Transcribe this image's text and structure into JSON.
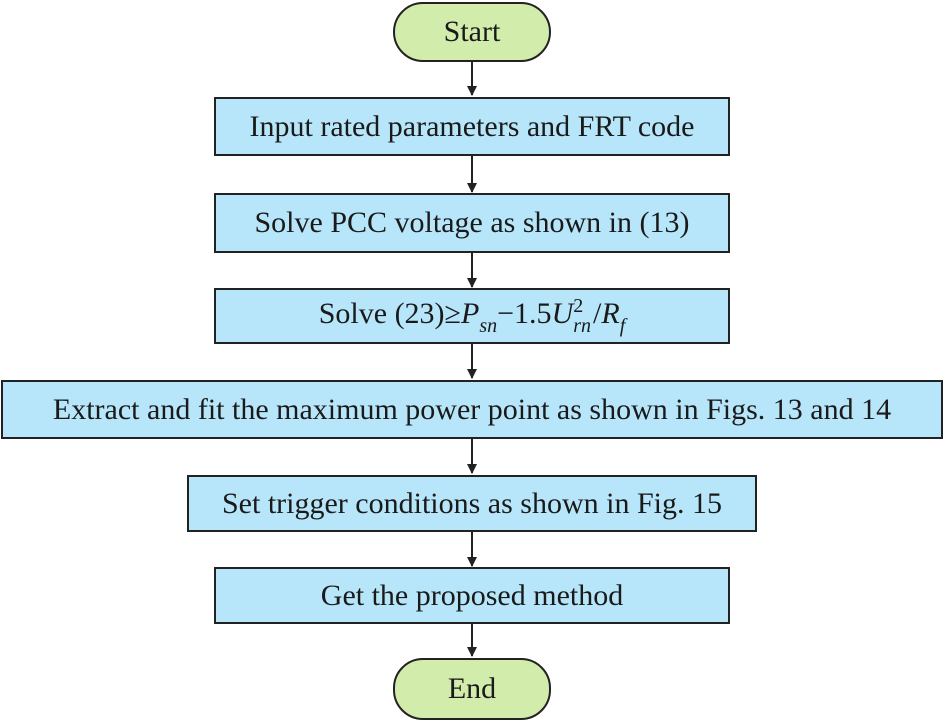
{
  "colors": {
    "terminal_fill": "#d2ecac",
    "process_fill": "#b7e6fa",
    "stroke": "#222222"
  },
  "flow": {
    "start_label": "Start",
    "step1": "Input rated parameters and FRT code",
    "step2": "Solve PCC voltage as shown in (13)",
    "step3": {
      "prefix": "Solve (23)≥",
      "p": "P",
      "p_sub": "sn",
      "minus": "−1.5",
      "u": "U",
      "u_sup": "2",
      "u_sub": "rn",
      "slash": "/",
      "r": "R",
      "r_sub": "f"
    },
    "step4": "Extract and fit the maximum power point as shown in Figs. 13 and 14",
    "step5": "Set trigger conditions as shown in Fig. 15",
    "step6": "Get the proposed method",
    "end_label": "End"
  }
}
